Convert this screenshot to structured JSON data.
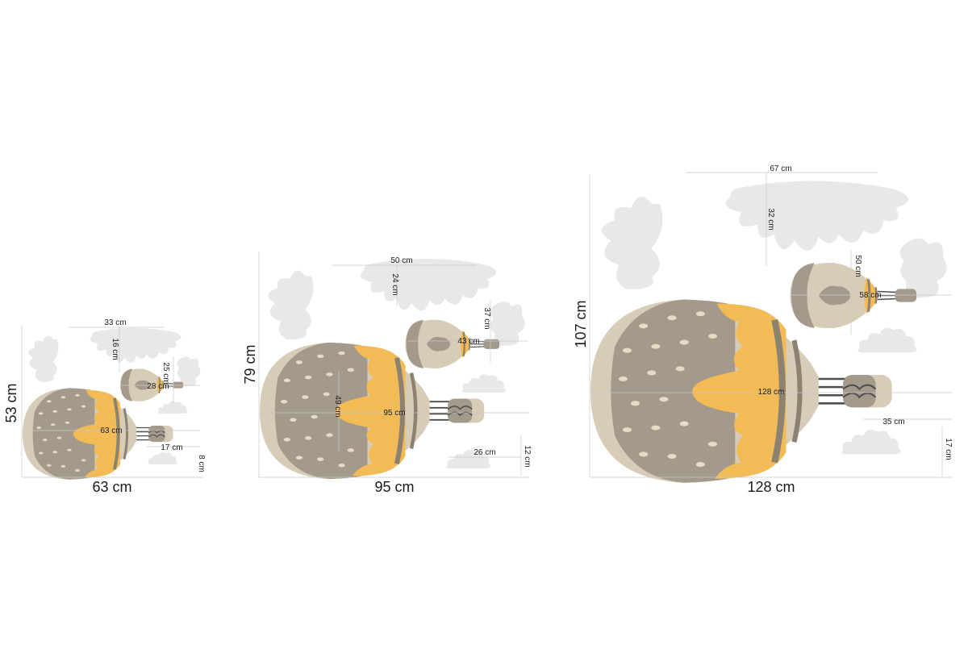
{
  "colors": {
    "background": "#ffffff",
    "cloud": "#e8e8e8",
    "balloon_dark": "#a39a8b",
    "balloon_light": "#d6ccb8",
    "balloon_stripe": "#8b8272",
    "balloon_accent": "#f2bb55",
    "dots": "#e6dcc6",
    "basket": "#a39a8b",
    "ropes": "#4d4d4d",
    "guide_lines": "#c9c9c9",
    "text": "#1a1a1a"
  },
  "icons": [
    "cloud-icon",
    "hot-air-balloon-icon",
    "heart-icon",
    "basket-icon"
  ],
  "variants": [
    {
      "total_width": "63  cm",
      "total_height": "53  cm",
      "cloud_width": "33 cm",
      "cloud_height": "16 cm",
      "small_balloon_height": "25 cm",
      "small_balloon_width": "28 cm",
      "big_balloon_width": "63 cm",
      "basket_width": "17 cm",
      "small_cloud_height": "8 cm"
    },
    {
      "total_width": "95  cm",
      "total_height": "79  cm",
      "cloud_width": "50 cm",
      "cloud_height": "24 cm",
      "small_balloon_height": "37 cm",
      "small_balloon_width": "43 cm",
      "big_balloon_height": "49 cm",
      "big_balloon_width": "95  cm",
      "small_cloud_width": "26 cm",
      "small_cloud_height": "12 cm"
    },
    {
      "total_width": "128  cm",
      "total_height": "107  cm",
      "cloud_width": "67 cm",
      "cloud_height": "32 cm",
      "small_balloon_height": "50 cm",
      "small_balloon_width": "58 cm",
      "big_balloon_width": "128 cm",
      "basket_width": "35 cm",
      "small_cloud_height": "17 cm"
    }
  ]
}
